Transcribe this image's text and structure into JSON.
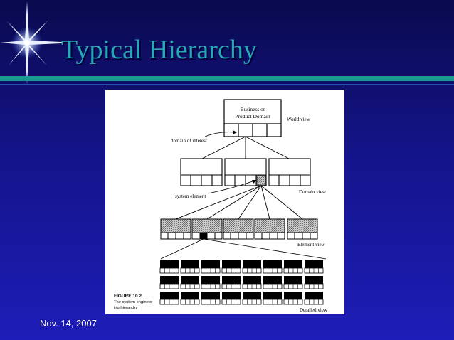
{
  "slide": {
    "title": "Typical Hierarchy",
    "date": "Nov. 14, 2007"
  },
  "diagram": {
    "top_box": {
      "line1": "Business or",
      "line2": "Product Domain"
    },
    "labels": {
      "world_view": "World view",
      "domain_of_interest": "domain of interest",
      "system_element": "system element",
      "domain_view": "Domain view",
      "element_view": "Element view",
      "detailed_view": "Detailed view"
    },
    "caption": {
      "figure": "FIGURE 10.2.",
      "line1": "The system engineer-",
      "line2": "ing hierarchy"
    }
  },
  "colors": {
    "title": "#27a8b8",
    "accent_rule": "#1a9a8e",
    "background": "#1d1db8"
  }
}
